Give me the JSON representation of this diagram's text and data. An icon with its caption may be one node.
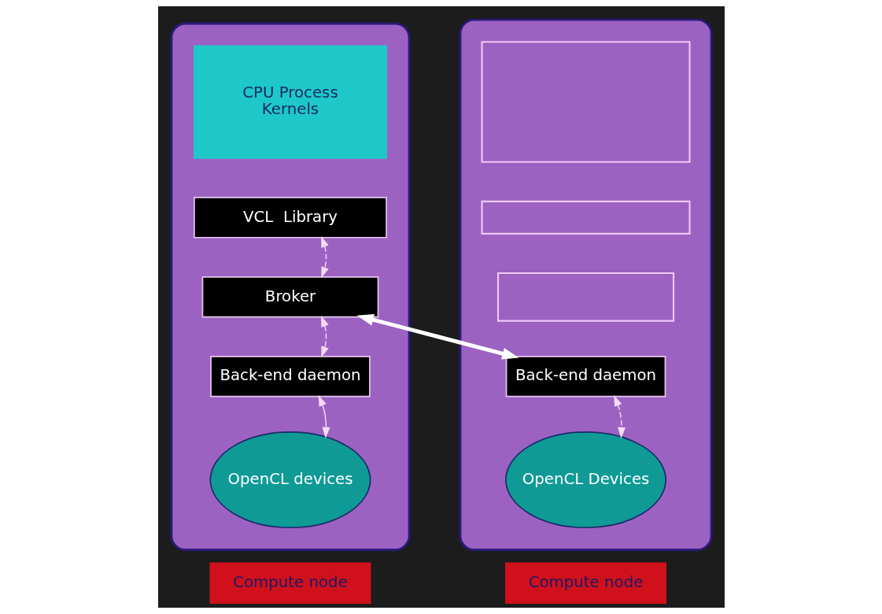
{
  "diagram": {
    "nodes": [
      {
        "text": [],
        "shape": "box"
      },
      {
        "text": [
          "CPU Process",
          "Kernels"
        ],
        "in": 0
      },
      {
        "text": [
          "VCL  Library"
        ],
        "in": 0
      },
      {
        "text": [
          "Broker"
        ],
        "in": 0
      },
      {
        "text": [
          "Back-end daemon"
        ],
        "in": 0
      },
      {
        "text": [
          "OpenCL devices"
        ],
        "in": 0
      },
      {
        "text": [
          "Compute node"
        ]
      },
      {
        "text": [],
        "shape": "box"
      },
      {
        "text": [],
        "shape": "box",
        "in": 7
      },
      {
        "text": [],
        "shape": "box",
        "in": 7
      },
      {
        "text": [],
        "shape": "box",
        "in": 7
      },
      {
        "text": [
          "Back-end daemon"
        ],
        "in": 7
      },
      {
        "text": [
          "OpenCL Devices"
        ],
        "in": 7
      },
      {
        "text": [
          "Compute node"
        ]
      }
    ],
    "edges": [
      {
        "from": 2,
        "to": 3,
        "arrow": "both",
        "style": "dashed"
      },
      {
        "from": 3,
        "to": 4,
        "arrow": "both",
        "style": "dashed"
      },
      {
        "from": 4,
        "to": 5,
        "arrow": "both"
      },
      {
        "from": 3,
        "to": 11,
        "arrow": "both",
        "style": "thick",
        "color": "#ffffff"
      },
      {
        "from": 11,
        "to": 12,
        "arrow": "both",
        "style": "dashed"
      }
    ]
  }
}
